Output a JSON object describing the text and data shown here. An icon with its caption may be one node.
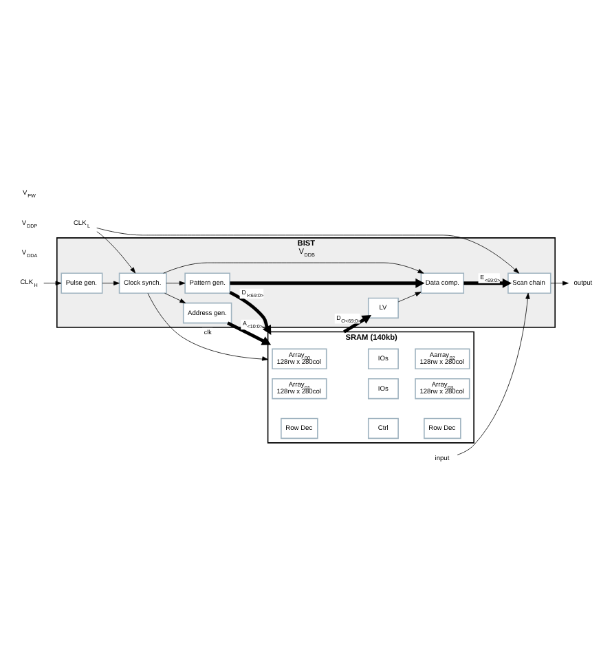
{
  "diagram": {
    "nodes": [
      {
        "text": [
          "BIST",
          "V$_{DDB}$"
        ]
      },
      {
        "text": [
          "LV"
        ],
        "in": 0
      },
      {
        "text": [
          "Pattern gen."
        ],
        "in": 0
      },
      {
        "text": [
          "Data comp."
        ],
        "in": 0
      },
      {
        "text": [
          "Address gen."
        ],
        "in": 0
      },
      {
        "text": [
          "Clock synch."
        ],
        "in": 0
      },
      {
        "text": [
          "Pulse gen."
        ],
        "in": 0
      },
      {
        "text": [
          "Scan chain"
        ],
        "in": 0
      },
      {
        "text": [
          "SRAM (140kb)"
        ]
      },
      {
        "text": [
          "Array$_{00}$",
          "128rw x 280col"
        ],
        "in": 8
      },
      {
        "text": [
          "IOs"
        ],
        "in": 8
      },
      {
        "text": [
          "Aarray$_{02}$",
          "128rw x 280col"
        ],
        "in": 8
      },
      {
        "text": [
          "Row Dec"
        ],
        "in": 8
      },
      {
        "text": [
          "Ctrl"
        ],
        "in": 8
      },
      {
        "text": [
          "Row Dec"
        ],
        "in": 8
      },
      {
        "text": [
          "Array$_{01}$",
          "128rw x 280col"
        ],
        "in": 8
      },
      {
        "text": [
          "IOs"
        ],
        "in": 8
      },
      {
        "text": [
          "Array$_{03}$",
          "128rw x 280col"
        ],
        "in": 8
      },
      {
        "text": [
          "CLK$_{L}$"
        ]
      },
      {
        "text": [
          "CLK$_{H}$"
        ]
      },
      {
        "text": [
          "input"
        ]
      },
      {
        "text": [
          "output"
        ]
      }
    ],
    "edges": [
      {
        "from": 8,
        "to": 1,
        "arrow": "to",
        "label": "D$_{O<69:0>}$",
        "style": "thick"
      },
      {
        "from": 1,
        "to": 3,
        "arrow": "to"
      },
      {
        "from": 2,
        "to": 3,
        "arrow": "to",
        "style": "thick"
      },
      {
        "from": 2,
        "to": 8,
        "arrow": "to",
        "label": "D$_{I<69:0>}$",
        "style": "thick"
      },
      {
        "from": 3,
        "to": 7,
        "arrow": "to",
        "label": "E$_{<69:0>}$",
        "style": "thick"
      },
      {
        "from": 4,
        "to": 8,
        "arrow": "to",
        "label": "A$_{<10:0>}$",
        "style": "thick"
      },
      {
        "from": 5,
        "to": 2,
        "arrow": "to"
      },
      {
        "from": 5,
        "to": 3,
        "arrow": "to"
      },
      {
        "from": 5,
        "to": 4,
        "arrow": "to"
      },
      {
        "from": 5,
        "to": 8,
        "arrow": "to",
        "label": "clk"
      },
      {
        "from": 6,
        "to": 5,
        "arrow": "to"
      },
      {
        "from": 18,
        "to": 5,
        "arrow": "to"
      },
      {
        "from": 18,
        "to": 7,
        "arrow": "to"
      },
      {
        "from": 19,
        "to": 6,
        "arrow": "to"
      },
      {
        "from": 20,
        "to": 7,
        "arrow": "to"
      },
      {
        "from": 7,
        "to": 21,
        "arrow": "to"
      }
    ],
    "labels": [
      "V$_{DDA}$",
      "V$_{DDP}$",
      "V$_{PW}$"
    ]
  }
}
